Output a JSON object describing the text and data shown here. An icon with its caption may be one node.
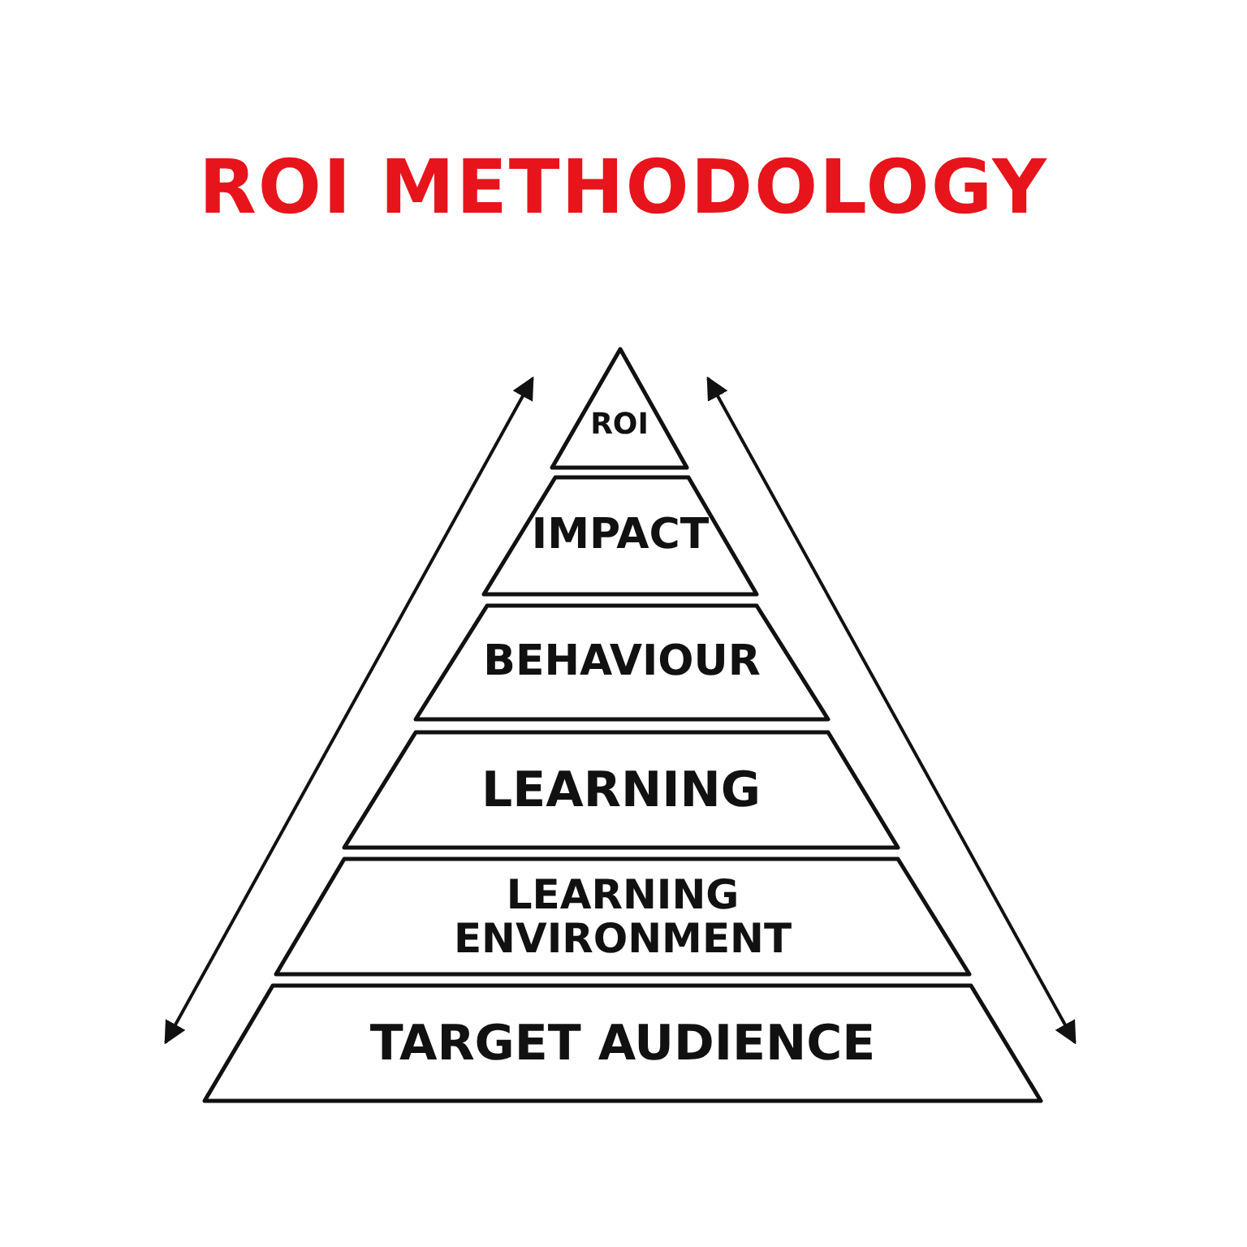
{
  "diagram": {
    "title": "ROI METHODOLOGY",
    "nodes": [
      {
        "text": [
          "ROI"
        ]
      },
      {
        "text": [
          "IMPACT"
        ]
      },
      {
        "text": [
          "BEHAVIOUR"
        ]
      },
      {
        "text": [
          "LEARNING"
        ]
      },
      {
        "text": [
          "LEARNING ENVIRONMENT"
        ]
      },
      {
        "text": [
          "TARGET AUDIENCE"
        ]
      }
    ]
  }
}
